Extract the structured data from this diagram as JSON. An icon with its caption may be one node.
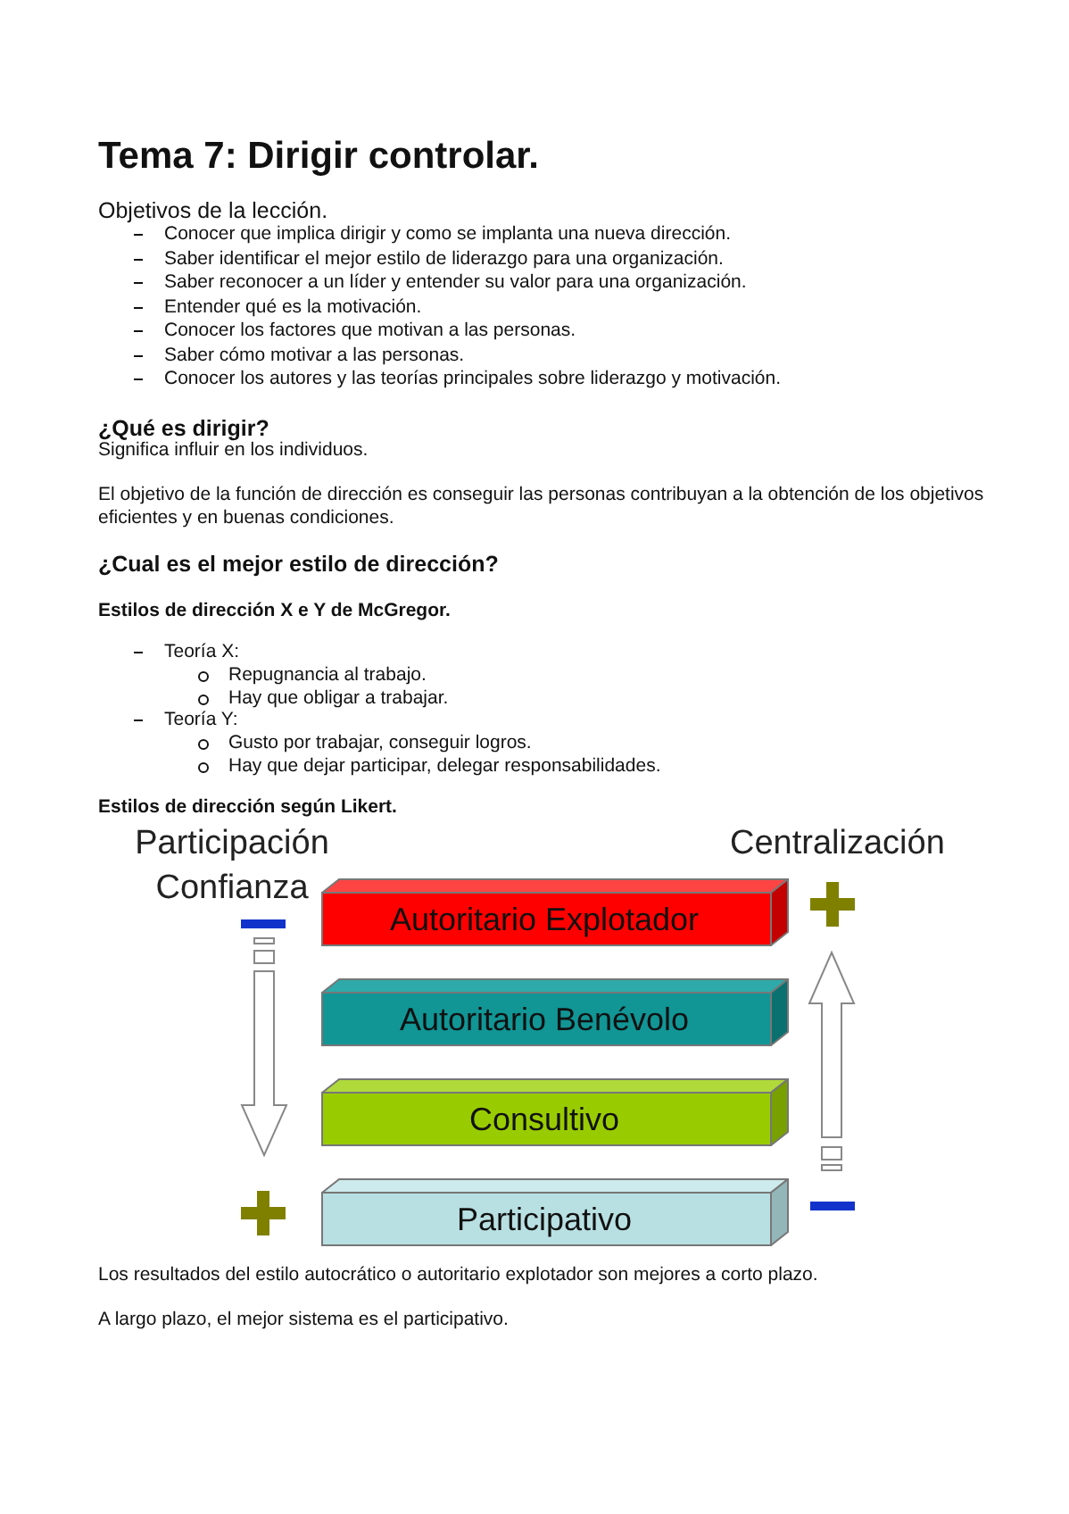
{
  "diagram": {
    "title": "Tema 7: Dirigir controlar.",
    "nodes": [
      {
        "text": [
          "Autoritario Explotador"
        ]
      },
      {
        "text": [
          "Autoritario Benévolo"
        ]
      },
      {
        "text": [
          "Consultivo"
        ]
      },
      {
        "text": [
          "Participativo"
        ]
      }
    ],
    "labels": [
      "Objetivos de la lección.",
      "Conocer que implica dirigir y como se implanta una nueva dirección.",
      "Saber identificar el mejor estilo de liderazgo para una organización.",
      "Saber reconocer a un líder y entender su valor para una organización.",
      "Entender qué es la motivación.",
      "Conocer los factores que motivan a las personas.",
      "Saber cómo motivar a las personas.",
      "Conocer los autores y las teorías principales sobre liderazgo y motivación.",
      "¿Qué es dirigir?",
      "Significa influir en los individuos.",
      "El objetivo de la función de dirección es conseguir las personas contribuyan a la obtención de los objetivos eficientes y en buenas condiciones.",
      "¿Cual es el mejor estilo de dirección?",
      "Estilos de dirección X e Y de McGregor.",
      "Teoría X:",
      "Repugnancia al trabajo.",
      "Hay que obligar a trabajar.",
      "Teoría Y:",
      "Gusto por trabajar, conseguir logros.",
      "Hay que dejar participar, delegar responsabilidades.",
      "Estilos de dirección según Likert.",
      "Participación Confianza",
      "Centralización",
      "Los resultados del estilo autocrático o autoritario explotador son mejores a corto plazo.",
      "A largo plazo, el mejor sistema es el participativo."
    ]
  }
}
